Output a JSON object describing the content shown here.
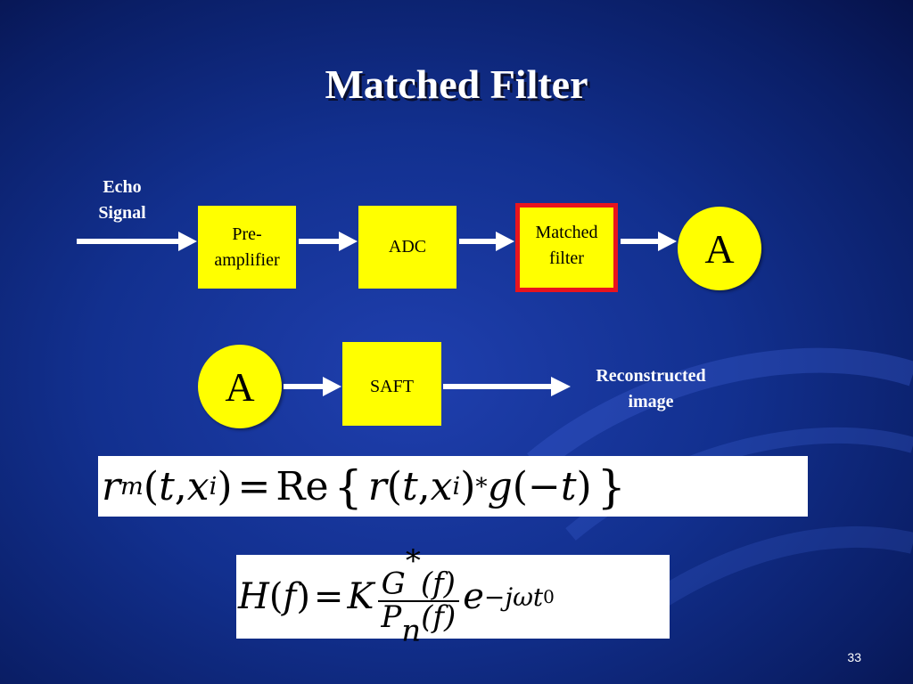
{
  "title": "Matched Filter",
  "diagram": {
    "echo_label_line1": "Echo",
    "echo_label_line2": "Signal",
    "preamp_line1": "Pre-",
    "preamp_line2": "amplifier",
    "adc": "ADC",
    "matched_line1": "Matched",
    "matched_line2": "filter",
    "connector_out": "A",
    "connector_in": "A",
    "saft": "SAFT",
    "recon_line1": "Reconstructed",
    "recon_line2": "image"
  },
  "equation1": {
    "r": "r",
    "m": "m",
    "open": "(",
    "t": "t",
    "comma": ",",
    "x": "x",
    "i": "i",
    "close": ")",
    "eq": "=",
    "re": "Re",
    "lbrace": "{",
    "r2": "r",
    "open2": "(",
    "t2": "t",
    "comma2": ",",
    "x2": "x",
    "i2": "i",
    "close2": ")",
    "star": "*",
    "g": "g",
    "open3": "(",
    "minus": "−",
    "t3": "t",
    "close3": ")",
    "rbrace": "}"
  },
  "equation2": {
    "H": "H",
    "open": "(",
    "f": "f",
    "close": ")",
    "eq": "=",
    "K": "K",
    "num_G": "G",
    "num_star": "*",
    "num_f": "(f)",
    "den_P": "P",
    "den_n": "n",
    "den_f": "(f)",
    "e": "e",
    "exp": "−jωt",
    "exp_sub": "0"
  },
  "page_number": "33",
  "colors": {
    "background": "#12308f",
    "box_fill": "#ffff00",
    "highlight_border": "#e8141e",
    "arrow": "#ffffff"
  }
}
